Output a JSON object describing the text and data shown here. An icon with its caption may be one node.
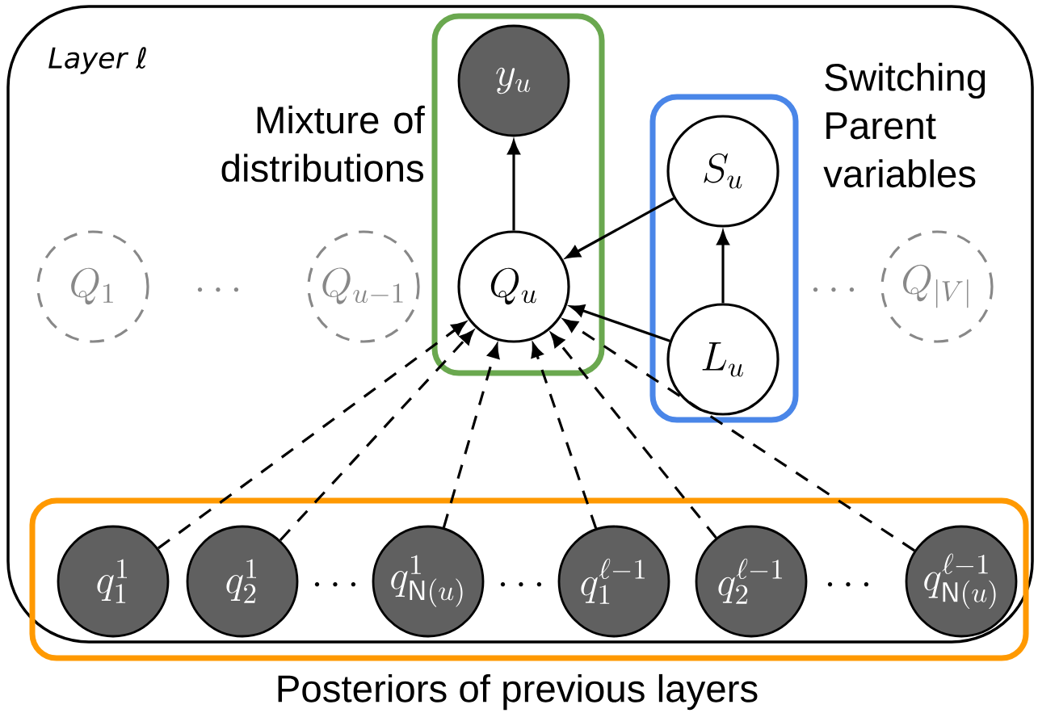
{
  "diagram": {
    "caption": "Posteriors of previous layers",
    "nodes": [
      {
        "text": [
          "Layer ℓ"
        ]
      },
      {
        "text": [
          "Mixture of distributions"
        ],
        "in": 0
      },
      {
        "text": [
          "y_u"
        ],
        "in": 1
      },
      {
        "text": [
          "Q_u"
        ],
        "in": 1
      },
      {
        "text": [
          "Switching Parent variables"
        ],
        "in": 0
      },
      {
        "text": [
          "S_u"
        ],
        "in": 4
      },
      {
        "text": [
          "L_u"
        ],
        "in": 4
      },
      {
        "text": [
          "Q_1"
        ],
        "in": 0
      },
      {
        "text": [
          "Q_{u-1}"
        ],
        "in": 0
      },
      {
        "text": [
          "Q_{|V|}"
        ],
        "in": 0
      },
      {
        "text": [],
        "shape": "box"
      },
      {
        "text": [
          "q^{1}_{1}"
        ],
        "in": 10
      },
      {
        "text": [
          "q^{1}_{2}"
        ],
        "in": 10
      },
      {
        "text": [
          "q^{1}_{\\mathsf{N}(u)}"
        ],
        "in": 10
      },
      {
        "text": [
          "q^{\\ell-1}_{1}"
        ],
        "in": 10
      },
      {
        "text": [
          "q^{\\ell-1}_{2}"
        ],
        "in": 10
      },
      {
        "text": [
          "q^{\\ell-1}_{\\mathsf{N}(u)}"
        ],
        "in": 10
      }
    ],
    "edges": [
      {
        "from": 3,
        "to": 2,
        "arrow": "to"
      },
      {
        "from": 5,
        "to": 3,
        "arrow": "to"
      },
      {
        "from": 6,
        "to": 5,
        "arrow": "to"
      },
      {
        "from": 6,
        "to": 3,
        "arrow": "to"
      },
      {
        "from": 11,
        "to": 3,
        "arrow": "to",
        "style": "dashed"
      },
      {
        "from": 12,
        "to": 3,
        "arrow": "to",
        "style": "dashed"
      },
      {
        "from": 13,
        "to": 3,
        "arrow": "to",
        "style": "dashed"
      },
      {
        "from": 14,
        "to": 3,
        "arrow": "to",
        "style": "dashed"
      },
      {
        "from": 15,
        "to": 3,
        "arrow": "to",
        "style": "dashed"
      },
      {
        "from": 16,
        "to": 3,
        "arrow": "to",
        "style": "dashed"
      }
    ],
    "labels": [
      "\\cdots",
      "\\cdots",
      "\\cdots",
      "\\cdots",
      "\\cdots"
    ]
  }
}
